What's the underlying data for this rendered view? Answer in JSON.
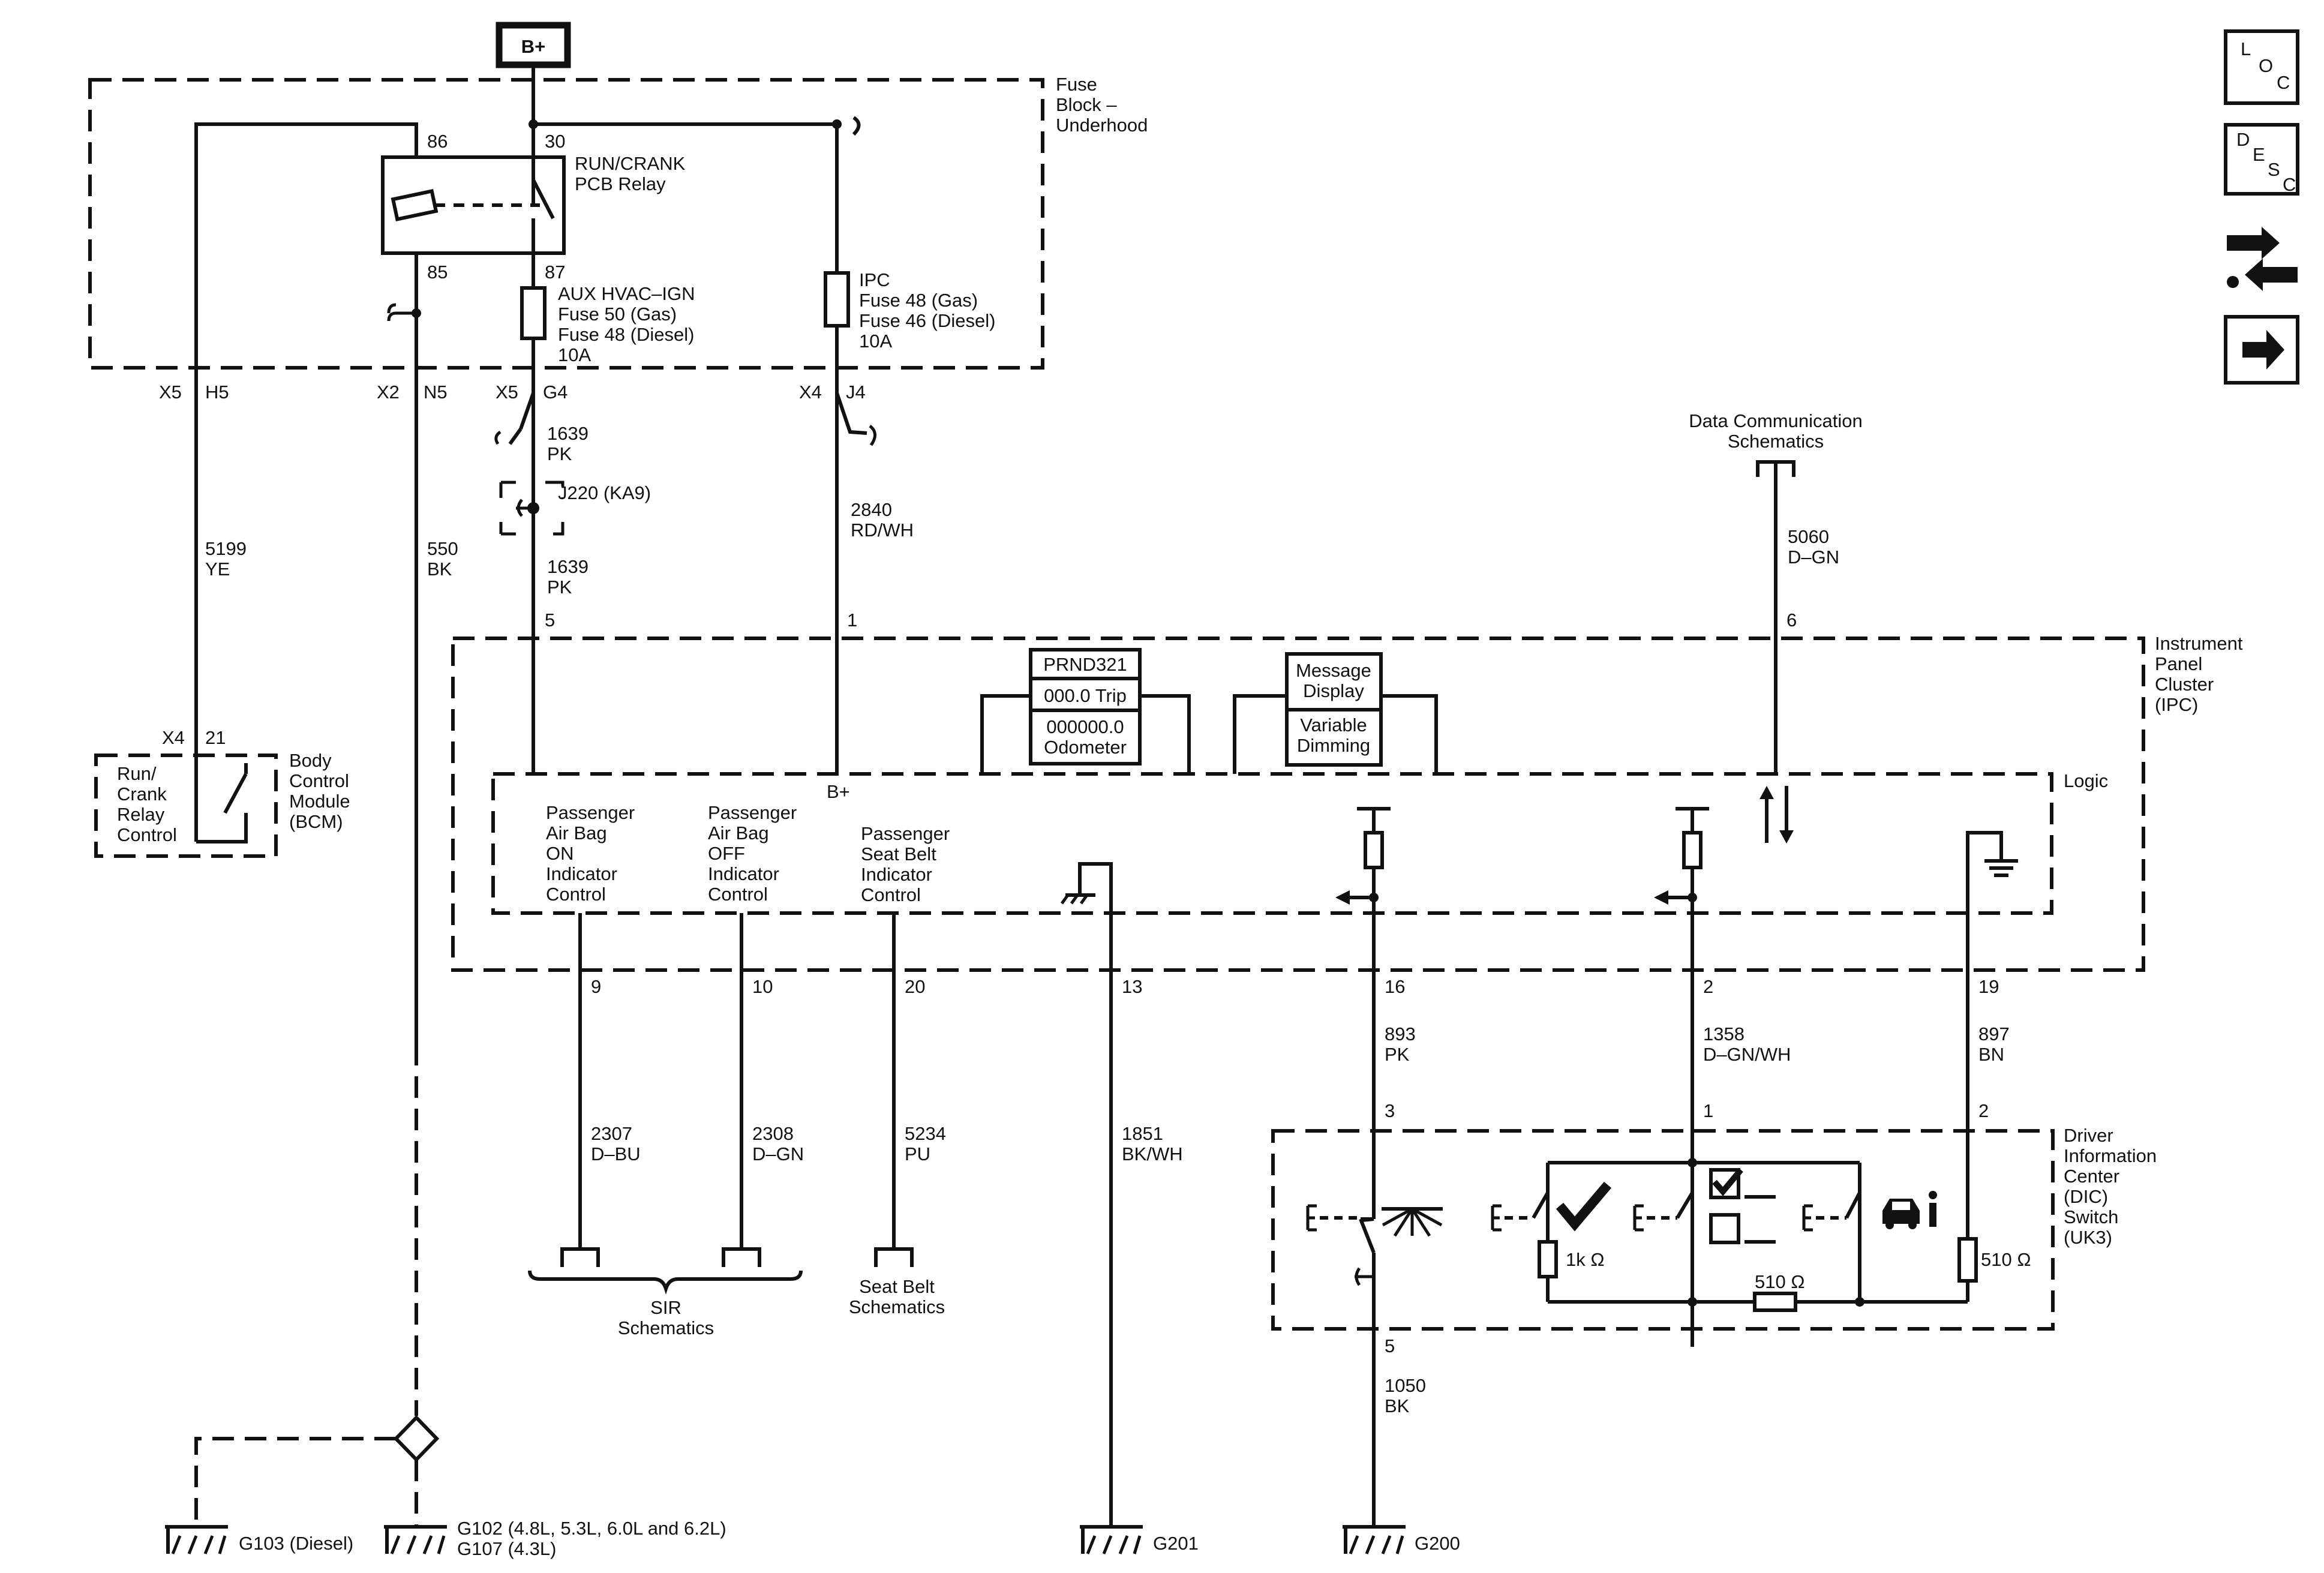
{
  "power": {
    "source": "B+"
  },
  "fuse_block": {
    "lines": [
      "Fuse",
      "Block –",
      "Underhood"
    ],
    "relay_pins": {
      "p86": "86",
      "p30": "30",
      "p85": "85",
      "p87": "87"
    },
    "relay_lines": [
      "RUN/CRANK",
      "PCB Relay"
    ],
    "fuse_aux_lines": [
      "AUX HVAC–IGN",
      "Fuse 50 (Gas)",
      "Fuse 48 (Diesel)",
      "10A"
    ],
    "fuse_ipc_lines": [
      "IPC",
      "Fuse 48 (Gas)",
      "Fuse 46 (Diesel)",
      "10A"
    ]
  },
  "connectors": {
    "x5_h5": [
      "X5",
      "H5"
    ],
    "x2_n5": [
      "X2",
      "N5"
    ],
    "x5_g4": [
      "X5",
      "G4"
    ],
    "x4_j4": [
      "X4",
      "J4"
    ]
  },
  "wires": {
    "w5199": [
      "5199",
      "YE"
    ],
    "w550": [
      "550",
      "BK"
    ],
    "w1639a": [
      "1639",
      "PK"
    ],
    "w1639b": [
      "1639",
      "PK"
    ],
    "w2840": [
      "2840",
      "RD/WH"
    ],
    "w5060": [
      "5060",
      "D–GN"
    ],
    "w2307": [
      "2307",
      "D–BU"
    ],
    "w2308": [
      "2308",
      "D–GN"
    ],
    "w5234": [
      "5234",
      "PU"
    ],
    "w1851": [
      "1851",
      "BK/WH"
    ],
    "w893": [
      "893",
      "PK"
    ],
    "w1358": [
      "1358",
      "D–GN/WH"
    ],
    "w897": [
      "897",
      "BN"
    ],
    "w1050": [
      "1050",
      "BK"
    ]
  },
  "splice": {
    "label": "J220 (KA9)"
  },
  "data_comm": {
    "lines": [
      "Data Communication",
      "Schematics"
    ]
  },
  "bcm": {
    "connector": [
      "X4",
      "21"
    ],
    "inner": [
      "Run/",
      "Crank",
      "Relay",
      "Control"
    ],
    "lines": [
      "Body",
      "Control",
      "Module",
      "(BCM)"
    ]
  },
  "ipc": {
    "lines": [
      "Instrument",
      "Panel",
      "Cluster",
      "(IPC)"
    ],
    "logic": "Logic",
    "bplus": "B+",
    "top_pins": {
      "p5": "5",
      "p1": "1",
      "p6": "6"
    },
    "prnd": [
      "PRND321",
      "000.0 Trip",
      "000000.0",
      "Odometer"
    ],
    "message": [
      "Message",
      "Display",
      "Variable",
      "Dimming"
    ],
    "ctrl_on": [
      "Passenger",
      "Air Bag",
      "ON",
      "Indicator",
      "Control"
    ],
    "ctrl_off": [
      "Passenger",
      "Air Bag",
      "OFF",
      "Indicator",
      "Control"
    ],
    "ctrl_belt": [
      "Passenger",
      "Seat Belt",
      "Indicator",
      "Control"
    ],
    "bottom_pins": {
      "p9": "9",
      "p10": "10",
      "p20": "20",
      "p13": "13",
      "p16": "16",
      "p2": "2",
      "p19": "19"
    }
  },
  "dic": {
    "lines": [
      "Driver",
      "Information",
      "Center",
      "(DIC)",
      "Switch",
      "(UK3)"
    ],
    "pins": {
      "p3": "3",
      "p1": "1",
      "p2": "2",
      "p5": "5"
    },
    "r1k": "1k Ω",
    "r510a": "510 Ω",
    "r510b": "510 Ω"
  },
  "sir": {
    "lines": [
      "SIR",
      "Schematics"
    ]
  },
  "seatbelt": {
    "lines": [
      "Seat Belt",
      "Schematics"
    ]
  },
  "grounds": {
    "g103": "G103 (Diesel)",
    "g102": "G102 (4.8L, 5.3L, 6.0L and 6.2L)",
    "g107": "G107 (4.3L)",
    "g201": "G201",
    "g200": "G200"
  },
  "nav": {
    "loc": [
      "L",
      "O",
      "C"
    ],
    "desc": [
      "D",
      "E",
      "S",
      "C"
    ]
  },
  "icons": [
    "loc-icon",
    "desc-icon",
    "connector-arrows-icon",
    "next-arrow-icon"
  ]
}
